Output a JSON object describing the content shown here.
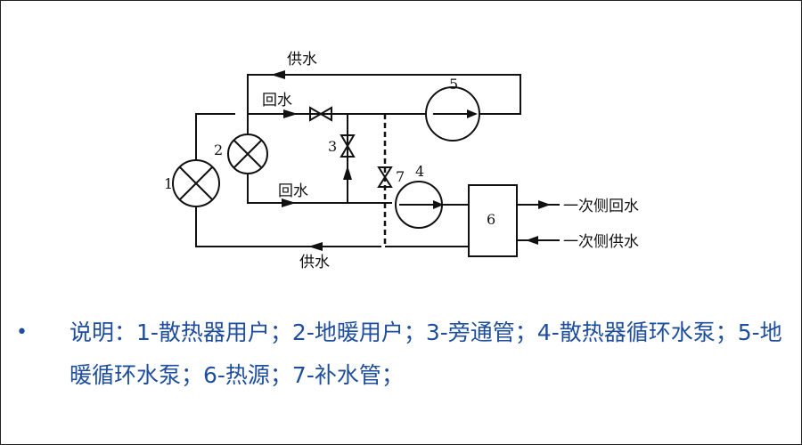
{
  "diagram": {
    "labels": {
      "supply_top": "供水",
      "return_upper": "回水",
      "return_lower": "回水",
      "supply_bottom": "供水",
      "primary_return": "一次侧回水",
      "primary_supply": "一次侧供水"
    },
    "component_numbers": {
      "n1": "1",
      "n2": "2",
      "n3": "3",
      "n4": "4",
      "n5": "5",
      "n6": "6",
      "n7": "7"
    }
  },
  "note": {
    "bullet": "•",
    "text": "说明：1-散热器用户；2-地暖用户；3-旁通管；4-散热器循环水泵；5-地暖循环水泵；6-热源；7-补水管；"
  },
  "colors": {
    "note_text": "#1f4e9d",
    "lines": "#111111"
  }
}
